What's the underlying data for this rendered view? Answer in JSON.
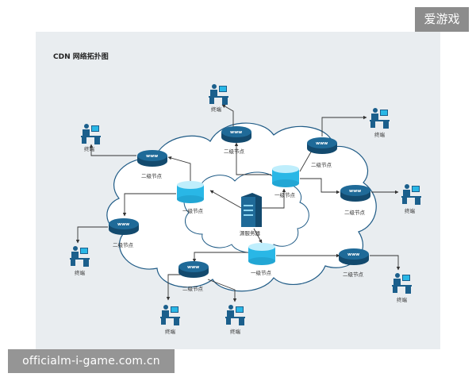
{
  "diagram": {
    "title": "CDN 网络拓扑图",
    "node_labels": {
      "source_server": "源服务器",
      "first_level": "一级节点",
      "second_level": "二级节点",
      "terminal": "终端",
      "www": "www"
    },
    "colors": {
      "cloud_fill": "#ffffff",
      "cloud_stroke": "#1f5b86",
      "node_blue": "#1b5f8c",
      "node_cyan": "#29b7e6",
      "arrow": "#333333",
      "frame_bg": "#e9edf0"
    }
  },
  "watermarks": {
    "top_right": "爱游戏",
    "bottom_left": "officialm-i-game.com.cn"
  }
}
